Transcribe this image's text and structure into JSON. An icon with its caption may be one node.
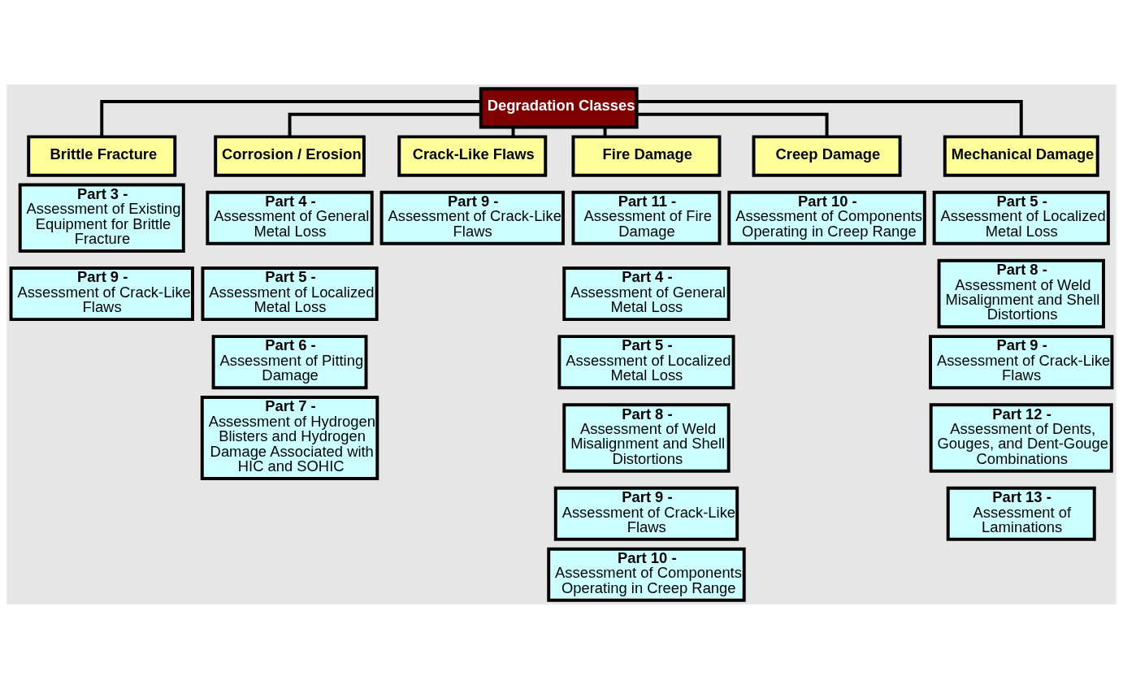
{
  "diagram": {
    "nodes": [
      {
        "text": [
          "Degradation Classes"
        ]
      },
      {
        "text": [
          "Brittle Fracture"
        ]
      },
      {
        "text": [
          "Corrosion / Erosion"
        ]
      },
      {
        "text": [
          "Crack-Like Flaws"
        ]
      },
      {
        "text": [
          "Fire Damage"
        ]
      },
      {
        "text": [
          "Creep Damage"
        ]
      },
      {
        "text": [
          "Mechanical Damage"
        ]
      },
      {
        "text": [
          "Part 3 -",
          "Assessment of Existing Equipment for Brittle Fracture"
        ]
      },
      {
        "text": [
          "Part 9 -",
          "Assessment of Crack-Like Flaws"
        ]
      },
      {
        "text": [
          "Part 4 -",
          "Assessment of General Metal Loss"
        ]
      },
      {
        "text": [
          "Part 5 -",
          "Assessment of Localized Metal Loss"
        ]
      },
      {
        "text": [
          "Part 6 -",
          "Assessment of Pitting Damage"
        ]
      },
      {
        "text": [
          "Part 7 -",
          "Assessment of Hydrogen Blisters and Hydrogen Damage Associated with HIC and SOHIC"
        ]
      },
      {
        "text": [
          "Part 9 -",
          "Assessment of Crack-Like Flaws"
        ]
      },
      {
        "text": [
          "Part 11 -",
          "Assessment of Fire Damage"
        ]
      },
      {
        "text": [
          "Part 4 -",
          "Assessment of General Metal Loss"
        ]
      },
      {
        "text": [
          "Part 5 -",
          "Assessment of Localized Metal Loss"
        ]
      },
      {
        "text": [
          "Part 8 -",
          "Assessment of Weld Misalignment and Shell Distortions"
        ]
      },
      {
        "text": [
          "Part 9 -",
          "Assessment of Crack-Like Flaws"
        ]
      },
      {
        "text": [
          "Part 10 -",
          "Assessment of Components Operating in Creep Range"
        ]
      },
      {
        "text": [
          "Part 10 -",
          "Assessment of Components Operating in Creep Range"
        ]
      },
      {
        "text": [
          "Part 5 -",
          "Assessment of Localized Metal Loss"
        ]
      },
      {
        "text": [
          "Part 8 -",
          "Assessment of Weld Misalignment and Shell Distortions"
        ]
      },
      {
        "text": [
          "Part 9 -",
          "Assessment of Crack-Like Flaws"
        ]
      },
      {
        "text": [
          "Part 12 -",
          "Assessment of Dents, Gouges, and Dent-Gouge Combinations"
        ]
      },
      {
        "text": [
          "Part 13 -",
          "Assessment of Laminations"
        ]
      }
    ],
    "edges": [
      {
        "from": 0,
        "to": 1,
        "arrow": "none"
      },
      {
        "from": 0,
        "to": 2,
        "arrow": "none"
      },
      {
        "from": 0,
        "to": 3,
        "arrow": "none"
      },
      {
        "from": 0,
        "to": 4,
        "arrow": "none"
      },
      {
        "from": 0,
        "to": 5,
        "arrow": "none"
      },
      {
        "from": 0,
        "to": 6,
        "arrow": "none"
      }
    ]
  }
}
